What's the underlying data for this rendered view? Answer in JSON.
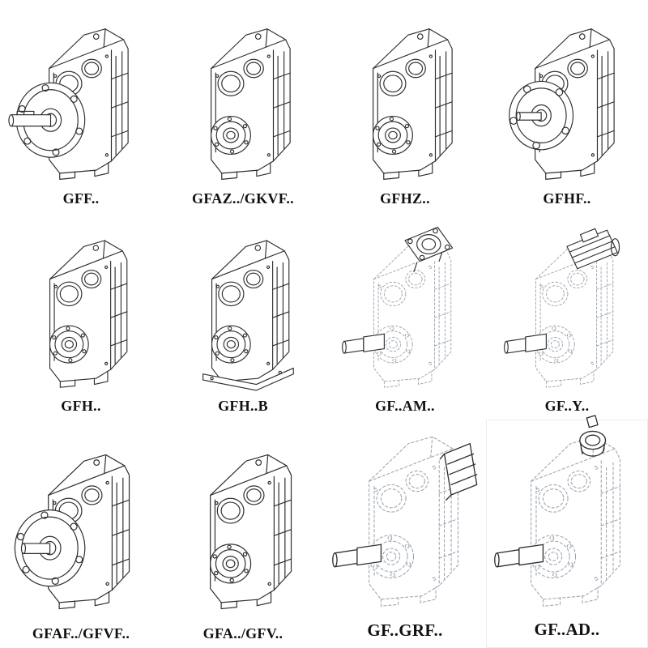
{
  "page": {
    "background": "#ffffff"
  },
  "colors": {
    "line": "#2f2f2f",
    "dashed_line": "#9aa3ad",
    "label_text": "#111111",
    "fill": "#ffffff"
  },
  "catalog": {
    "cells": [
      {
        "name": "gff",
        "label": "GFF..",
        "variant": "flange-long-shaft",
        "drawing": "gearbox-output-flange-solid-shaft-icon"
      },
      {
        "name": "gfaz-gkvf",
        "label": "GFAZ../GKVF..",
        "variant": "hollow-bore",
        "drawing": "gearbox-hollow-output-bore-icon"
      },
      {
        "name": "gfhz",
        "label": "GFHZ..",
        "variant": "hollow-bore",
        "drawing": "gearbox-hollow-shrink-disc-bore-icon"
      },
      {
        "name": "gfhf",
        "label": "GFHF..",
        "variant": "flange-front",
        "drawing": "gearbox-b5-flange-icon"
      },
      {
        "name": "gfh",
        "label": "GFH..",
        "variant": "hollow-bore",
        "drawing": "gearbox-hollow-output-bore-icon"
      },
      {
        "name": "gfh-b",
        "label": "GFH..B",
        "variant": "hollow-bore-foot",
        "drawing": "gearbox-hollow-bore-foot-mounted-icon"
      },
      {
        "name": "gf-am",
        "label": "GF..AM..",
        "variant": "dashed-adapter",
        "drawing": "gearbox-with-iec-motor-adapter-icon"
      },
      {
        "name": "gf-y",
        "label": "GF..Y..",
        "variant": "dashed-motor",
        "drawing": "gearbox-with-mounted-motor-icon"
      },
      {
        "name": "gfaf-gfvf",
        "label": "GFAF../GFVF..",
        "variant": "flange-stub-shaft",
        "drawing": "gearbox-output-flange-stub-shaft-icon"
      },
      {
        "name": "gfa-gfv",
        "label": "GFA../GFV..",
        "variant": "hollow-bore",
        "drawing": "gearbox-hollow-output-bore-icon"
      },
      {
        "name": "gf-grf",
        "label": "GF..GRF..",
        "variant": "dashed-sidebox",
        "drawing": "gearbox-with-input-side-unit-icon",
        "emphasis": true
      },
      {
        "name": "gf-ad",
        "label": "GF..AD..",
        "variant": "dashed-inputshaft",
        "drawing": "gearbox-with-input-shaft-adapter-icon",
        "emphasis": true,
        "boxed": true
      }
    ]
  }
}
